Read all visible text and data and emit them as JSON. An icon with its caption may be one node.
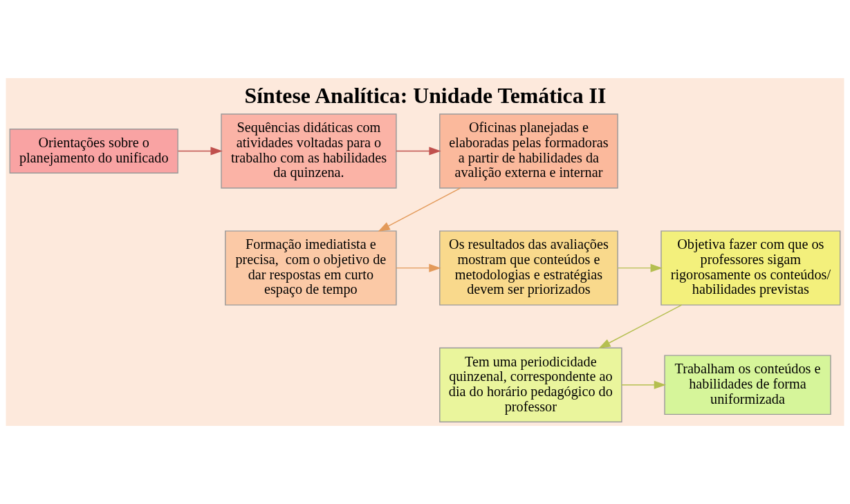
{
  "diagram": {
    "title": "Síntese Analítica: Unidade Temática II",
    "nodes": [
      {
        "text": [
          "Orientações sobre o planejamento do unificado"
        ]
      },
      {
        "text": [
          "Sequências didáticas com atividades voltadas para o trabalho com as habilidades da quinzena."
        ]
      },
      {
        "text": [
          "Oficinas planejadas e elaboradas pelas formadoras a partir de habilidades da avalição externa e internar"
        ]
      },
      {
        "text": [
          "Formação imediatista e precisa,  com o objetivo de dar respostas em curto espaço de tempo"
        ]
      },
      {
        "text": [
          "Os resultados das avaliações mostram que conteúdos e metodologias e estratégias devem ser priorizados"
        ]
      },
      {
        "text": [
          "Objetiva fazer com que os professores sigam rigorosamente os conteúdos/ habilidades previstas"
        ]
      },
      {
        "text": [
          "Tem uma periodicidade quinzenal, correspondente ao dia do horário pedagógico do professor"
        ]
      },
      {
        "text": [
          "Trabalham os conteúdos e habilidades de forma uniformizada"
        ]
      }
    ],
    "edges": [
      {
        "from": 0,
        "to": 1,
        "arrow": "to",
        "color": "#c0504d"
      },
      {
        "from": 1,
        "to": 2,
        "arrow": "to",
        "color": "#c0504d"
      },
      {
        "from": 2,
        "to": 3,
        "arrow": "to",
        "color": "#e39a5a"
      },
      {
        "from": 3,
        "to": 4,
        "arrow": "to",
        "color": "#e39a5a"
      },
      {
        "from": 4,
        "to": 5,
        "arrow": "to",
        "color": "#b5bf50"
      },
      {
        "from": 5,
        "to": 6,
        "arrow": "to",
        "color": "#b5bf50"
      },
      {
        "from": 6,
        "to": 7,
        "arrow": "to",
        "color": "#b5bf50"
      }
    ]
  }
}
